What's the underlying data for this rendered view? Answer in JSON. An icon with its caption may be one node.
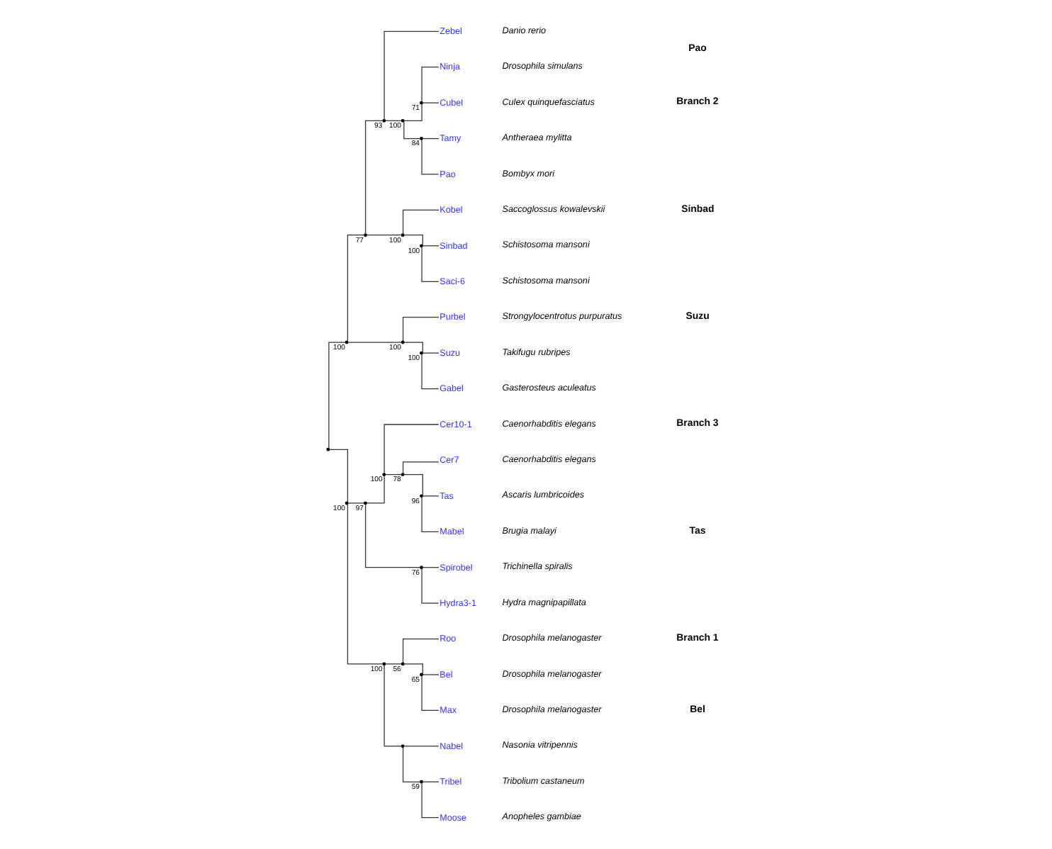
{
  "diagram": {
    "nodes": [
      {
        "text": [],
        "shape": "point"
      },
      {
        "text": [],
        "shape": "point",
        "beside": [
          "100"
        ]
      },
      {
        "text": [],
        "shape": "point",
        "beside": [
          "77"
        ]
      },
      {
        "text": [],
        "shape": "point",
        "beside": [
          "93"
        ]
      },
      {
        "text": [
          "Zebel"
        ],
        "beside": [
          "Danio rerio"
        ]
      },
      {
        "text": [],
        "shape": "point",
        "beside": [
          "100"
        ]
      },
      {
        "text": [],
        "shape": "point",
        "beside": [
          "71"
        ]
      },
      {
        "text": [
          "Ninja"
        ],
        "beside": [
          "Drosophila simulans"
        ]
      },
      {
        "text": [
          "Cubel"
        ],
        "beside": [
          "Culex quinquefasciatus"
        ]
      },
      {
        "text": [],
        "shape": "point",
        "beside": [
          "84"
        ]
      },
      {
        "text": [
          "Tamy"
        ],
        "beside": [
          "Antheraea mylitta"
        ]
      },
      {
        "text": [
          "Pao"
        ],
        "beside": [
          "Bombyx mori"
        ]
      },
      {
        "text": [],
        "shape": "point",
        "beside": [
          "100"
        ]
      },
      {
        "text": [
          "Kobel"
        ],
        "beside": [
          "Saccoglossus kowalevskii"
        ]
      },
      {
        "text": [],
        "shape": "point",
        "beside": [
          "100"
        ]
      },
      {
        "text": [
          "Sinbad"
        ],
        "beside": [
          "Schistosoma mansoni"
        ]
      },
      {
        "text": [
          "Saci-6"
        ],
        "beside": [
          "Schistosoma mansoni"
        ]
      },
      {
        "text": [],
        "shape": "point",
        "beside": [
          "100"
        ]
      },
      {
        "text": [
          "Purbel"
        ],
        "beside": [
          "Strongylocentrotus purpuratus"
        ]
      },
      {
        "text": [],
        "shape": "point",
        "beside": [
          "100"
        ]
      },
      {
        "text": [
          "Suzu"
        ],
        "beside": [
          "Takifugu rubripes"
        ]
      },
      {
        "text": [
          "Gabel"
        ],
        "beside": [
          "Gasterosteus aculeatus"
        ]
      },
      {
        "text": [],
        "shape": "point",
        "beside": [
          "100"
        ]
      },
      {
        "text": [],
        "shape": "point",
        "beside": [
          "97"
        ]
      },
      {
        "text": [],
        "shape": "point",
        "beside": [
          "100"
        ]
      },
      {
        "text": [
          "Cer10-1"
        ],
        "beside": [
          "Caenorhabditis elegans"
        ]
      },
      {
        "text": [],
        "shape": "point",
        "beside": [
          "78"
        ]
      },
      {
        "text": [
          "Cer7"
        ],
        "beside": [
          "Caenorhabditis elegans"
        ]
      },
      {
        "text": [],
        "shape": "point",
        "beside": [
          "96"
        ]
      },
      {
        "text": [
          "Tas"
        ],
        "beside": [
          "Ascaris lumbricoides"
        ]
      },
      {
        "text": [
          "Mabel"
        ],
        "beside": [
          "Brugia malayi"
        ]
      },
      {
        "text": [],
        "shape": "point",
        "beside": [
          "76"
        ]
      },
      {
        "text": [
          "Spirobel"
        ],
        "beside": [
          "Trichinella spiralis"
        ]
      },
      {
        "text": [
          "Hydra3-1"
        ],
        "beside": [
          "Hydra magnipapillata"
        ]
      },
      {
        "text": [],
        "shape": "point",
        "beside": [
          "100"
        ]
      },
      {
        "text": [],
        "shape": "point",
        "beside": [
          "56"
        ]
      },
      {
        "text": [
          "Roo"
        ],
        "beside": [
          "Drosophila melanogaster"
        ]
      },
      {
        "text": [],
        "shape": "point",
        "beside": [
          "65"
        ]
      },
      {
        "text": [
          "Bel"
        ],
        "beside": [
          "Drosophila melanogaster"
        ]
      },
      {
        "text": [
          "Max"
        ],
        "beside": [
          "Drosophila melanogaster"
        ]
      },
      {
        "text": [],
        "shape": "point"
      },
      {
        "text": [
          "Nabel"
        ],
        "beside": [
          "Nasonia vitripennis"
        ]
      },
      {
        "text": [],
        "shape": "point",
        "beside": [
          "59"
        ]
      },
      {
        "text": [
          "Tribel"
        ],
        "beside": [
          "Tribolium castaneum"
        ]
      },
      {
        "text": [
          "Moose"
        ],
        "beside": [
          "Anopheles gambiae"
        ]
      }
    ],
    "edges": [
      {
        "from": 0,
        "to": 1,
        "arrow": "none"
      },
      {
        "from": 1,
        "to": 2,
        "arrow": "none"
      },
      {
        "from": 2,
        "to": 3,
        "arrow": "none"
      },
      {
        "from": 3,
        "to": 4,
        "arrow": "none"
      },
      {
        "from": 3,
        "to": 5,
        "arrow": "none"
      },
      {
        "from": 5,
        "to": 6,
        "arrow": "none"
      },
      {
        "from": 6,
        "to": 7,
        "arrow": "none"
      },
      {
        "from": 6,
        "to": 8,
        "arrow": "none"
      },
      {
        "from": 5,
        "to": 9,
        "arrow": "none"
      },
      {
        "from": 9,
        "to": 10,
        "arrow": "none"
      },
      {
        "from": 9,
        "to": 11,
        "arrow": "none"
      },
      {
        "from": 2,
        "to": 12,
        "arrow": "none"
      },
      {
        "from": 12,
        "to": 13,
        "arrow": "none"
      },
      {
        "from": 12,
        "to": 14,
        "arrow": "none"
      },
      {
        "from": 14,
        "to": 15,
        "arrow": "none"
      },
      {
        "from": 14,
        "to": 16,
        "arrow": "none"
      },
      {
        "from": 1,
        "to": 17,
        "arrow": "none"
      },
      {
        "from": 17,
        "to": 18,
        "arrow": "none"
      },
      {
        "from": 17,
        "to": 19,
        "arrow": "none"
      },
      {
        "from": 19,
        "to": 20,
        "arrow": "none"
      },
      {
        "from": 19,
        "to": 21,
        "arrow": "none"
      },
      {
        "from": 0,
        "to": 22,
        "arrow": "none"
      },
      {
        "from": 22,
        "to": 23,
        "arrow": "none"
      },
      {
        "from": 23,
        "to": 24,
        "arrow": "none"
      },
      {
        "from": 24,
        "to": 25,
        "arrow": "none"
      },
      {
        "from": 24,
        "to": 26,
        "arrow": "none"
      },
      {
        "from": 26,
        "to": 27,
        "arrow": "none"
      },
      {
        "from": 26,
        "to": 28,
        "arrow": "none"
      },
      {
        "from": 28,
        "to": 29,
        "arrow": "none"
      },
      {
        "from": 28,
        "to": 30,
        "arrow": "none"
      },
      {
        "from": 23,
        "to": 31,
        "arrow": "none"
      },
      {
        "from": 31,
        "to": 32,
        "arrow": "none"
      },
      {
        "from": 31,
        "to": 33,
        "arrow": "none"
      },
      {
        "from": 22,
        "to": 34,
        "arrow": "none"
      },
      {
        "from": 34,
        "to": 35,
        "arrow": "none"
      },
      {
        "from": 35,
        "to": 36,
        "arrow": "none"
      },
      {
        "from": 35,
        "to": 37,
        "arrow": "none"
      },
      {
        "from": 37,
        "to": 38,
        "arrow": "none"
      },
      {
        "from": 37,
        "to": 39,
        "arrow": "none"
      },
      {
        "from": 34,
        "to": 40,
        "arrow": "none"
      },
      {
        "from": 40,
        "to": 41,
        "arrow": "none"
      },
      {
        "from": 40,
        "to": 42,
        "arrow": "none"
      },
      {
        "from": 42,
        "to": 43,
        "arrow": "none"
      },
      {
        "from": 42,
        "to": 44,
        "arrow": "none"
      }
    ],
    "labels": [
      "Pao",
      "Branch 2",
      "Sinbad",
      "Suzu",
      "Branch 3",
      "Tas",
      "Branch 1",
      "Bel"
    ]
  }
}
